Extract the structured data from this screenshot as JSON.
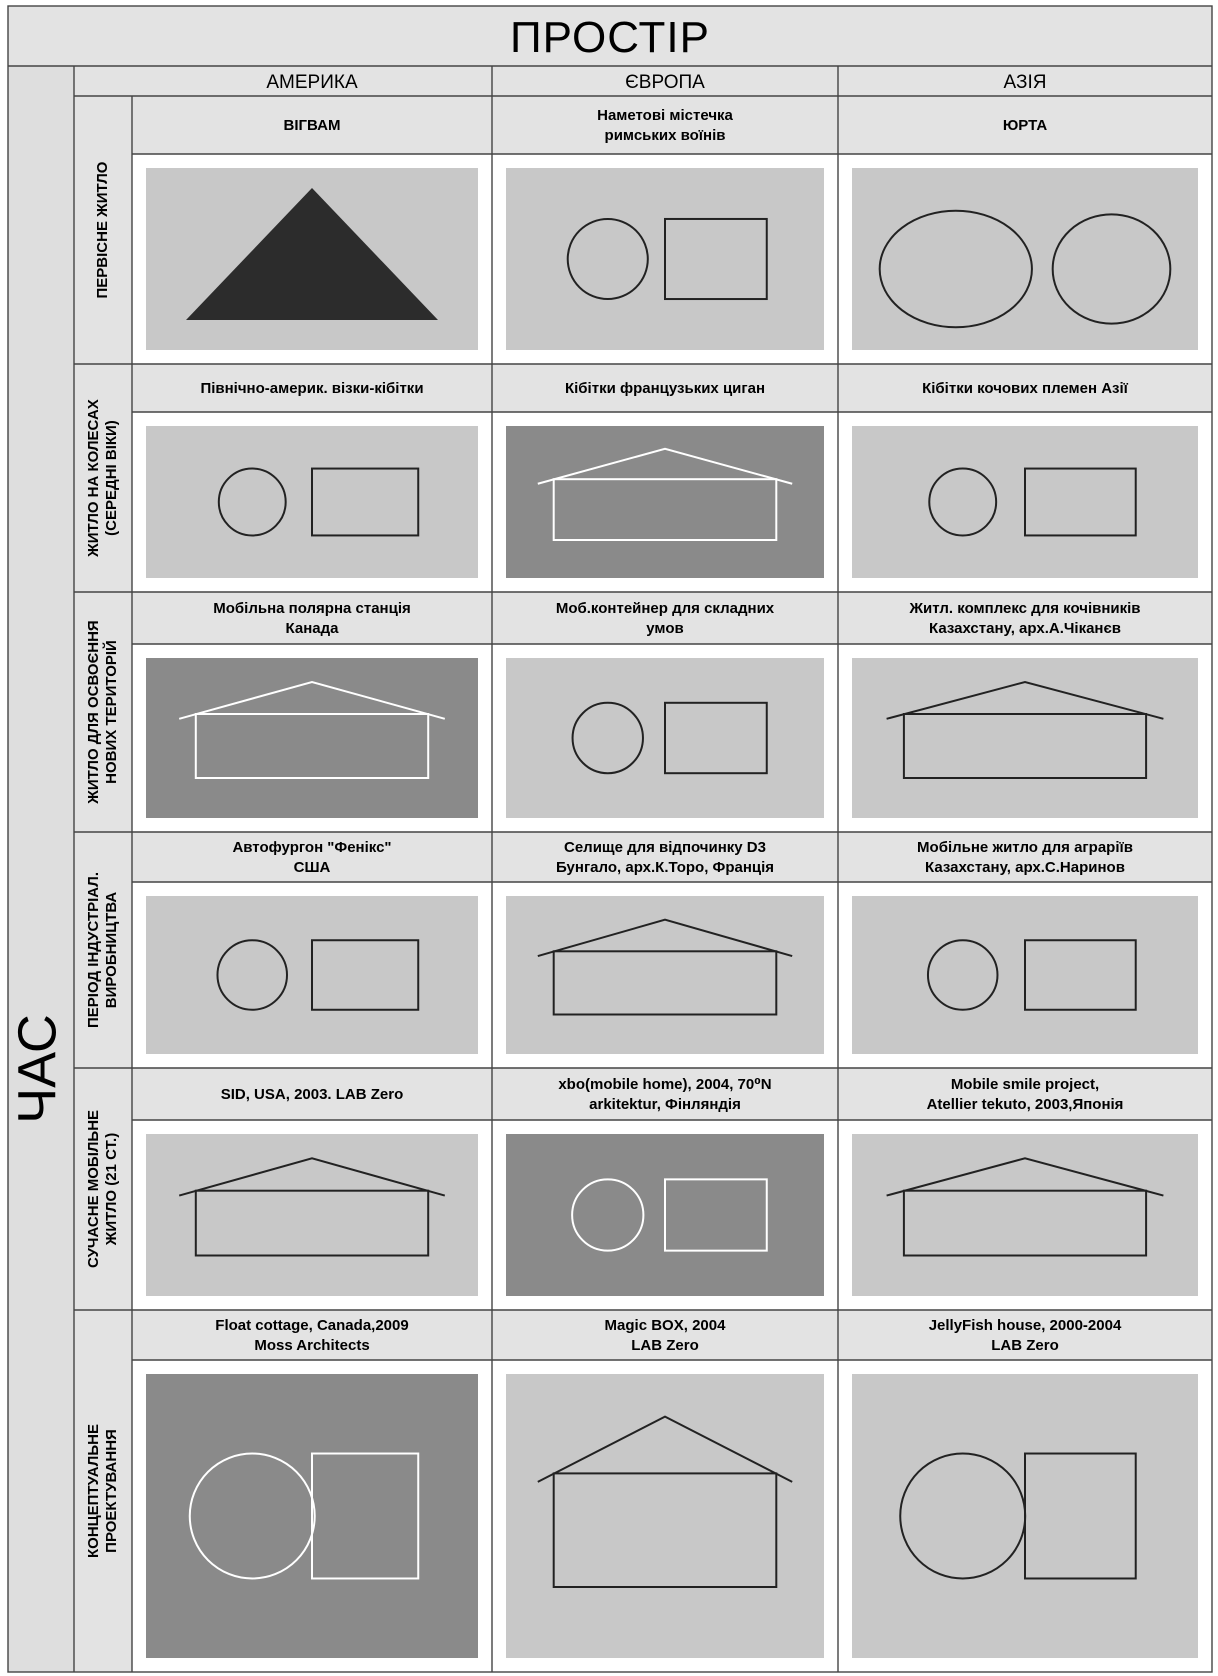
{
  "title": "ПРОСТІР",
  "time_label": "ЧАС",
  "columns": [
    "АМЕРИКА",
    "ЄВРОПА",
    "АЗІЯ"
  ],
  "rows": [
    {
      "era": [
        "ПЕРВІСНЕ ЖИТЛО"
      ],
      "captions": [
        [
          "ВІГВАМ"
        ],
        [
          "Наметові містечка",
          "римських воїнів"
        ],
        [
          "ЮРТА"
        ]
      ],
      "images": [
        "wigwam-photo",
        "roman-camp-illustration",
        "yurt-drawing"
      ]
    },
    {
      "era": [
        "ЖИТЛО НА КОЛЕСАХ",
        "(СЕРЕДНІ ВІКИ)"
      ],
      "captions": [
        [
          "Північно-америк. візки-кібітки"
        ],
        [
          "Кібітки французьких циган"
        ],
        [
          "Кібітки кочових племен Азії"
        ]
      ],
      "images": [
        "horse-wagon-photo",
        "gypsy-wagons-photo",
        "nomad-wagon-drawing"
      ]
    },
    {
      "era": [
        "ЖИТЛО ДЛЯ ОСВОЄННЯ",
        "НОВИХ ТЕРИТОРІЙ"
      ],
      "captions": [
        [
          "Мобільна полярна станція",
          "Канада"
        ],
        [
          "Моб.контейнер для складних",
          "умов"
        ],
        [
          "Житл. комплекс для кочівників",
          "Казахстану, арх.А.Чіканєв"
        ]
      ],
      "images": [
        "polar-station-graphic",
        "container-sketches",
        "nomad-complex-drawing"
      ]
    },
    {
      "era": [
        "ПЕРІОД ІНДУСТРІАЛ.",
        "ВИРОБНИЦТВА"
      ],
      "captions": [
        [
          "Автофургон \"Фенікс\"",
          "США"
        ],
        [
          "Селище для відпочинку D3",
          "Бунгало, арх.К.Торо, Франція"
        ],
        [
          "Мобільне житло для аграріїв",
          "Казахстану, арх.С.Наринов"
        ]
      ],
      "images": [
        "phoenix-van-drawing",
        "resort-village-graphic",
        "agrarian-housing-sketch"
      ]
    },
    {
      "era": [
        "СУЧАСНЕ МОБІЛЬНЕ",
        "ЖИТЛО (21 СТ.)"
      ],
      "captions": [
        [
          "SID, USA, 2003. LAB Zero"
        ],
        [
          "xbo(mobile home), 2004, 70⁰N",
          "arkitektur, Фінляндія"
        ],
        [
          "Mobile smile project,",
          "Atellier tekuto, 2003,Японія"
        ]
      ],
      "images": [
        "sid-house-photo",
        "xbo-container-photo",
        "mobile-smile-photo"
      ]
    },
    {
      "era": [
        "КОНЦЕПТУАЛЬНЕ",
        "ПРОЕКТУВАННЯ"
      ],
      "captions": [
        [
          "Float cottage,  Canada,2009",
          "Moss Architects"
        ],
        [
          "Magic BOX, 2004",
          "LAB Zero"
        ],
        [
          "JellyFish house,  2000-2004",
          "LAB Zero"
        ]
      ],
      "images": [
        "float-cottage-render",
        "magic-box-render",
        "jellyfish-house-render"
      ]
    }
  ],
  "colors": {
    "header_band": "#e3e3e3",
    "grid_line": "#444444",
    "text": "#111111"
  }
}
